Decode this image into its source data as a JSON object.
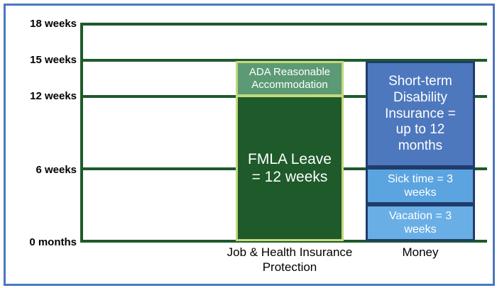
{
  "y_axis": {
    "labels": [
      "18 weeks",
      "15 weeks",
      "12 weeks",
      "6 weeks",
      "0 months"
    ]
  },
  "columns": [
    {
      "label": "Job & Health Insurance Protection",
      "blocks": [
        {
          "text": "FMLA Leave = 12 weeks",
          "from_weeks": 0,
          "to_weeks": 12,
          "color": "#1e5a2a",
          "border": "#c4d87c"
        },
        {
          "text": "ADA Reasonable Accommodation",
          "from_weeks": 12,
          "to_weeks": 15,
          "color": "#5b9a74",
          "border": "#c4d87c"
        }
      ]
    },
    {
      "label": "Money",
      "blocks": [
        {
          "text": "Vacation = 3 weeks",
          "from_weeks": 0,
          "to_weeks": 3,
          "color": "#6aaee6",
          "border": "#1f3c6b"
        },
        {
          "text": "Sick time = 3 weeks",
          "from_weeks": 3,
          "to_weeks": 6,
          "color": "#5ba4e0",
          "border": "#1f3c6b"
        },
        {
          "text": "Short-term Disability Insurance = up to 12 months",
          "from_weeks": 6,
          "to_weeks": 15,
          "color": "#4d78bd",
          "border": "#1f3c6b"
        }
      ]
    }
  ]
}
